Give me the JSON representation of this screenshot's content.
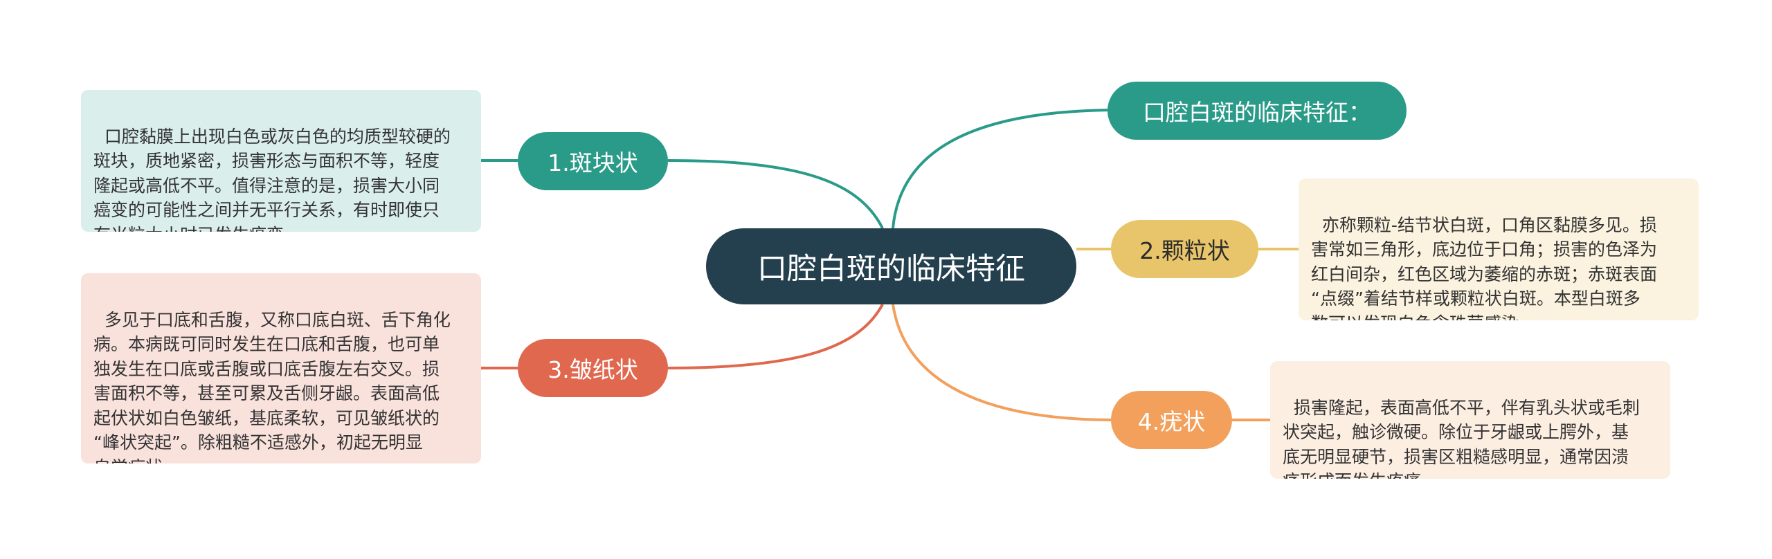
{
  "root": {
    "label": "口腔白斑的临床特征"
  },
  "branches": {
    "summary": {
      "label": "口腔白斑的临床特征：",
      "color": "#2a9b89"
    },
    "b1": {
      "label": "1.斑块状",
      "color": "#2a9b89",
      "note_bg": "#daeeec",
      "note": "口腔黏膜上出现白色或灰白色的均质型较硬的\n斑块，质地紧密，损害形态与面积不等，轻度\n隆起或高低不平。值得注意的是，损害大小同\n癌变的可能性之间并无平行关系，有时即使只\n有米粒大小时已发生癌变。"
    },
    "b2": {
      "label": "2.颗粒状",
      "color": "#e8c56a",
      "note_bg": "#fbf3df",
      "note": "亦称颗粒-结节状白斑，口角区黏膜多见。损\n害常如三角形，底边位于口角；损害的色泽为\n红白间杂，红色区域为萎缩的赤斑；赤斑表面\n“点缀”着结节样或颗粒状白斑。本型白斑多\n数可以发现白色念珠菌感染。"
    },
    "b3": {
      "label": "3.皱纸状",
      "color": "#e0684e",
      "note_bg": "#f9e1dc",
      "note": "多见于口底和舌腹，又称口底白斑、舌下角化\n病。本病既可同时发生在口底和舌腹，也可单\n独发生在口底或舌腹或口底舌腹左右交叉。损\n害面积不等，甚至可累及舌侧牙龈。表面高低\n起伏状如白色皱纸，基底柔软，可见皱纸状的\n“峰状突起”。除粗糙不适感外，初起无明显\n自觉症状。"
    },
    "b4": {
      "label": "4.疣状",
      "color": "#f2a05c",
      "note_bg": "#fdeee2",
      "note": "损害隆起，表面高低不平，伴有乳头状或毛刺\n状突起，触诊微硬。除位于牙龈或上腭外，基\n底无明显硬节，损害区粗糙感明显，通常因溃\n疡形成而发生疼痛。"
    }
  }
}
